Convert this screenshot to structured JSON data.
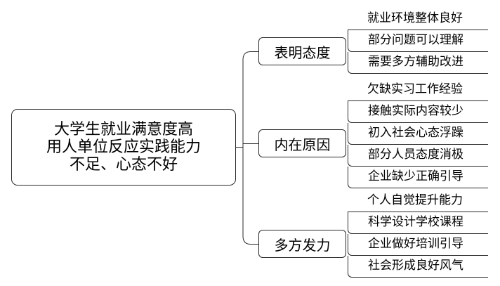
{
  "root": {
    "lines": [
      "大学生就业满意度高",
      "用人单位反应实践能力",
      "不足、心态不好"
    ]
  },
  "branches": [
    {
      "label": "表明态度",
      "leaves": [
        "就业环境整体良好",
        "部分问题可以理解",
        "需要多方辅助改进"
      ]
    },
    {
      "label": "内在原因",
      "leaves": [
        "欠缺实习工作经验",
        "接触实际内容较少",
        "初入社会心态浮躁",
        "部分人员态度消极",
        "企业缺少正确引导"
      ]
    },
    {
      "label": "多方发力",
      "leaves": [
        "个人自觉提升能力",
        "科学设计学校课程",
        "企业做好培训引导",
        "社会形成良好风气"
      ]
    }
  ]
}
